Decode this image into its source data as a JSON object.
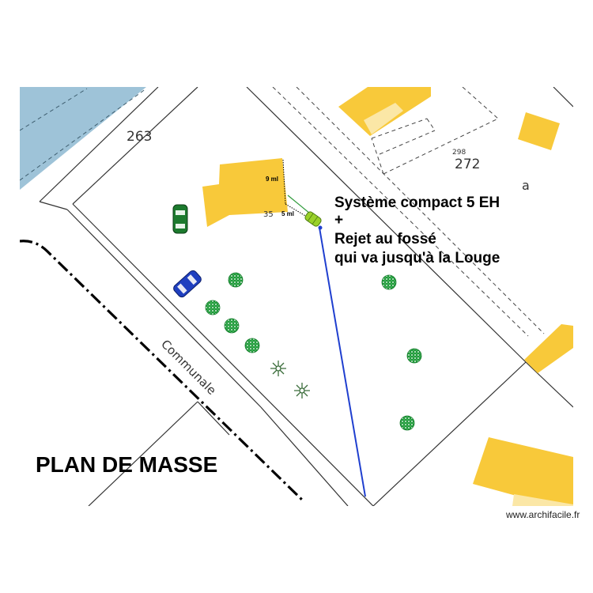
{
  "title": "PLAN DE MASSE",
  "parcels": {
    "p263": "263",
    "p272": "272",
    "p298": "298",
    "letter_a": "a"
  },
  "building_numbers": {
    "house": "35"
  },
  "road": {
    "label": "Communale"
  },
  "measurements": {
    "vertical": "9 ml",
    "horizontal": "5 ml"
  },
  "annotation": {
    "line1": "Système compact 5 EH",
    "line2": "+",
    "line3": "Rejet au fossé",
    "line4": "qui va jusqu'à la Louge"
  },
  "watermark": "www.archifacile.fr",
  "colors": {
    "water": "#9ec3d8",
    "building": "#f8c93a",
    "pipe": "#1f3fcf",
    "tree": "#2ea043",
    "car_green": "#1c7a2e",
    "car_blue": "#1f3fbf",
    "treatment_unit": "#9ad12a"
  },
  "icons": [
    "green-car-icon",
    "blue-car-icon",
    "tree-icon",
    "shrub-icon",
    "treatment-unit-icon"
  ]
}
